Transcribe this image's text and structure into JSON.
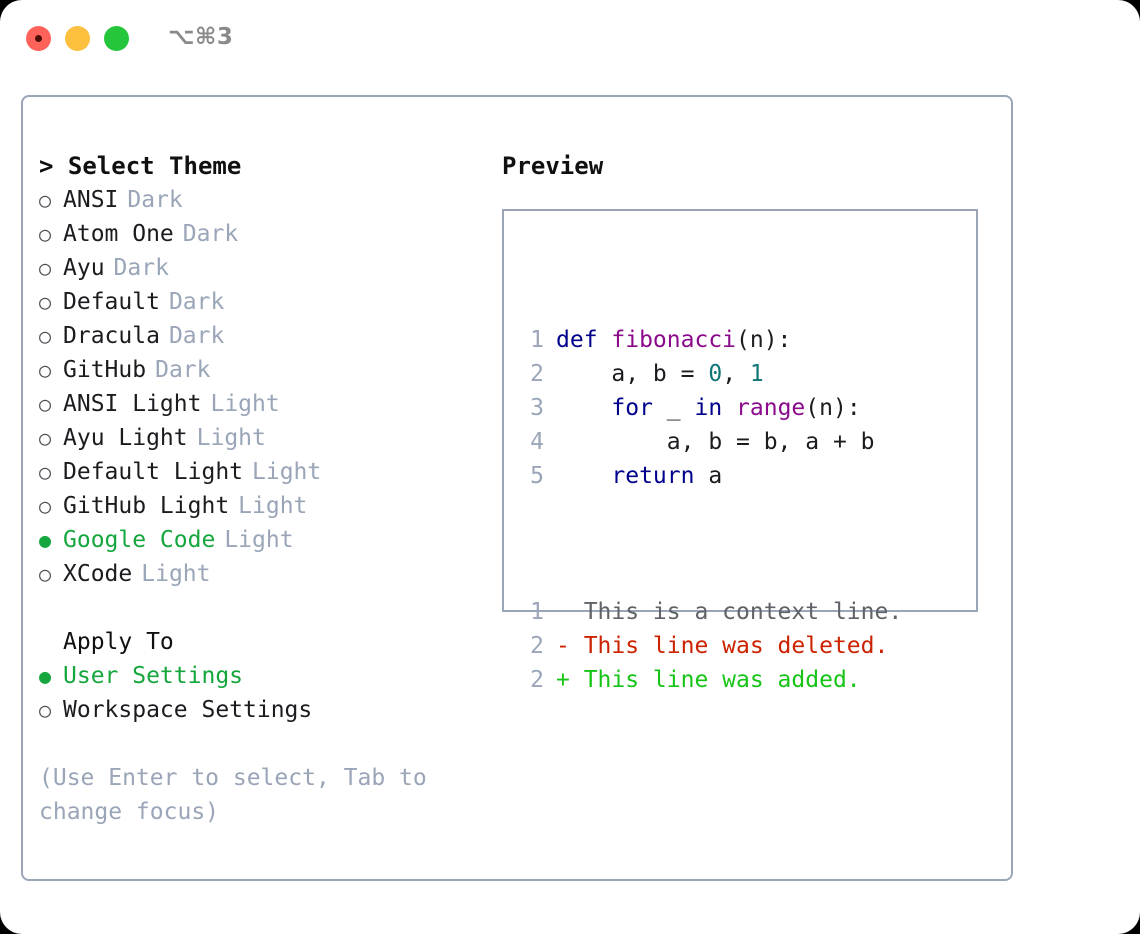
{
  "titlebar": {
    "shortcut": "⌥⌘3",
    "buttons": [
      {
        "name": "close",
        "color": "#ff6259"
      },
      {
        "name": "minimize",
        "color": "#fcbf3e"
      },
      {
        "name": "maximize",
        "color": "#25c63c"
      }
    ]
  },
  "theme_list": {
    "header": "> Select Theme",
    "bullet_selected": "●",
    "bullet_unselected": "○",
    "items": [
      {
        "name": "ANSI",
        "tag": "Dark",
        "selected": false
      },
      {
        "name": "Atom One",
        "tag": "Dark",
        "selected": false
      },
      {
        "name": "Ayu",
        "tag": "Dark",
        "selected": false
      },
      {
        "name": "Default",
        "tag": "Dark",
        "selected": false
      },
      {
        "name": "Dracula",
        "tag": "Dark",
        "selected": false
      },
      {
        "name": "GitHub",
        "tag": "Dark",
        "selected": false
      },
      {
        "name": "ANSI Light",
        "tag": "Light",
        "selected": false
      },
      {
        "name": "Ayu Light",
        "tag": "Light",
        "selected": false
      },
      {
        "name": "Default Light",
        "tag": "Light",
        "selected": false
      },
      {
        "name": "GitHub Light",
        "tag": "Light",
        "selected": false
      },
      {
        "name": "Google Code",
        "tag": "Light",
        "selected": true
      },
      {
        "name": "XCode",
        "tag": "Light",
        "selected": false
      }
    ]
  },
  "apply_to": {
    "header": "Apply To",
    "items": [
      {
        "name": "User Settings",
        "selected": true
      },
      {
        "name": "Workspace Settings",
        "selected": false
      }
    ]
  },
  "hint": "(Use Enter to select, Tab to change focus)",
  "preview": {
    "header": "Preview",
    "code_lines": [
      {
        "no": "1",
        "tokens": [
          {
            "t": "def ",
            "c": "kw"
          },
          {
            "t": "fibonacci",
            "c": "fn"
          },
          {
            "t": "(n):",
            "c": "pl"
          }
        ]
      },
      {
        "no": "2",
        "tokens": [
          {
            "t": "    a, b = ",
            "c": "pl"
          },
          {
            "t": "0",
            "c": "num"
          },
          {
            "t": ", ",
            "c": "pl"
          },
          {
            "t": "1",
            "c": "num"
          }
        ]
      },
      {
        "no": "3",
        "tokens": [
          {
            "t": "    ",
            "c": "pl"
          },
          {
            "t": "for",
            "c": "kw"
          },
          {
            "t": " _ ",
            "c": "pl"
          },
          {
            "t": "in",
            "c": "kw"
          },
          {
            "t": " ",
            "c": "pl"
          },
          {
            "t": "range",
            "c": "fn"
          },
          {
            "t": "(n):",
            "c": "pl"
          }
        ]
      },
      {
        "no": "4",
        "tokens": [
          {
            "t": "        a, b = b, a + b",
            "c": "pl"
          }
        ]
      },
      {
        "no": "5",
        "tokens": [
          {
            "t": "    ",
            "c": "pl"
          },
          {
            "t": "return",
            "c": "kw"
          },
          {
            "t": " a",
            "c": "pl"
          }
        ]
      }
    ],
    "diff_lines": [
      {
        "no": "1",
        "marker": "  ",
        "text": "This is a context line.",
        "kind": "context"
      },
      {
        "no": "2",
        "marker": "- ",
        "text": "This line was deleted.",
        "kind": "del"
      },
      {
        "no": "2",
        "marker": "+ ",
        "text": "This line was added.",
        "kind": "add"
      }
    ]
  },
  "colors": {
    "border": "#9aa5b8",
    "accent_green": "#16a63e",
    "muted": "#9aa5b8",
    "keyword": "#00008b",
    "function": "#8b0a8b",
    "number": "#0f7575",
    "diff_add": "#16c416",
    "diff_del": "#cc2200"
  }
}
